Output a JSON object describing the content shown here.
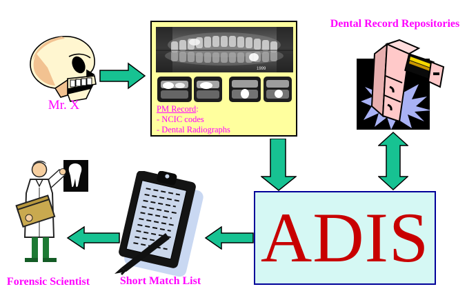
{
  "diagram": {
    "background": "#FFFFFF",
    "colors": {
      "label_magenta": "#FF00FF",
      "arrow_green": "#17C292",
      "pm_box_fill": "#FFFF9E",
      "pm_box_border": "#000000",
      "adis_fill": "#D5F8F4",
      "adis_border": "#000099",
      "adis_text_red": "#C80000"
    },
    "nodes": {
      "unidentified_person": {
        "label": "Mr. X",
        "icon": "skull-icon"
      },
      "pm_record": {
        "title": "PM Record",
        "colon": ":",
        "items": [
          "- NCIC codes",
          "- Dental Radiographs"
        ],
        "xray_year": "1999",
        "icon": "dental-xray-image"
      },
      "repositories": {
        "label": "Dental Record Repositories",
        "icon": "filing-cabinet-icon"
      },
      "adis": {
        "label": "ADIS"
      },
      "short_match_list": {
        "label": "Short Match List",
        "icon": "clipboard-icon"
      },
      "forensic_scientist": {
        "label": "Forensic Scientist",
        "icon": "scientist-icon"
      }
    },
    "connectors": [
      {
        "name": "skull-to-pm-record",
        "type": "arrow-right"
      },
      {
        "name": "pm-record-to-adis",
        "type": "arrow-down"
      },
      {
        "name": "repositories-to-adis",
        "type": "arrow-up-down"
      },
      {
        "name": "adis-to-match-list",
        "type": "arrow-left"
      },
      {
        "name": "match-list-to-scientist",
        "type": "arrow-left"
      }
    ]
  }
}
